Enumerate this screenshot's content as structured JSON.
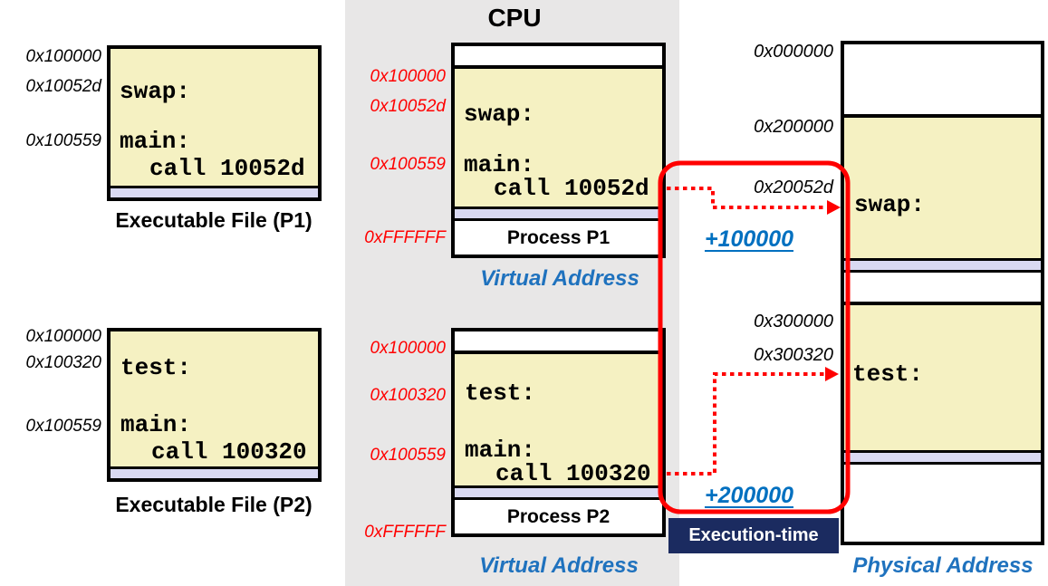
{
  "colors": {
    "panel_gray": "#E8E7E7",
    "section_yellow": "#F5F1C2",
    "section_lavender": "#D9D9F2",
    "accent_red": "#FF0000",
    "axis_blue": "#1F72BE",
    "offset_blue": "#0070C0",
    "badge_navy": "#1B2B60"
  },
  "cpu": {
    "title": "CPU"
  },
  "exec_p1": {
    "addresses": [
      "0x100000",
      "0x10052d",
      "0x100559"
    ],
    "code": [
      "swap:",
      "main:",
      "call 10052d"
    ],
    "caption": "Executable File (P1)"
  },
  "exec_p2": {
    "addresses": [
      "0x100000",
      "0x100320",
      "0x100559"
    ],
    "code": [
      "test:",
      "main:",
      "call 100320"
    ],
    "caption": "Executable File (P2)"
  },
  "virtual_p1": {
    "addresses": [
      "0x100000",
      "0x10052d",
      "0x100559",
      "0xFFFFFF"
    ],
    "code": [
      "swap:",
      "main:",
      "call 10052d"
    ],
    "process_label": "Process P1",
    "axis_label": "Virtual Address"
  },
  "virtual_p2": {
    "addresses": [
      "0x100000",
      "0x100320",
      "0x100559",
      "0xFFFFFF"
    ],
    "code": [
      "test:",
      "main:",
      "call 100320"
    ],
    "process_label": "Process P2",
    "axis_label": "Virtual Address"
  },
  "physical": {
    "addresses": [
      "0x000000",
      "0x200000",
      "0x20052d",
      "0x300000",
      "0x300320"
    ],
    "code": [
      "swap:",
      "test:"
    ],
    "axis_label": "Physical Address"
  },
  "translation": {
    "p1_offset": "+100000",
    "p2_offset": "+200000",
    "badge": "Execution-time"
  }
}
